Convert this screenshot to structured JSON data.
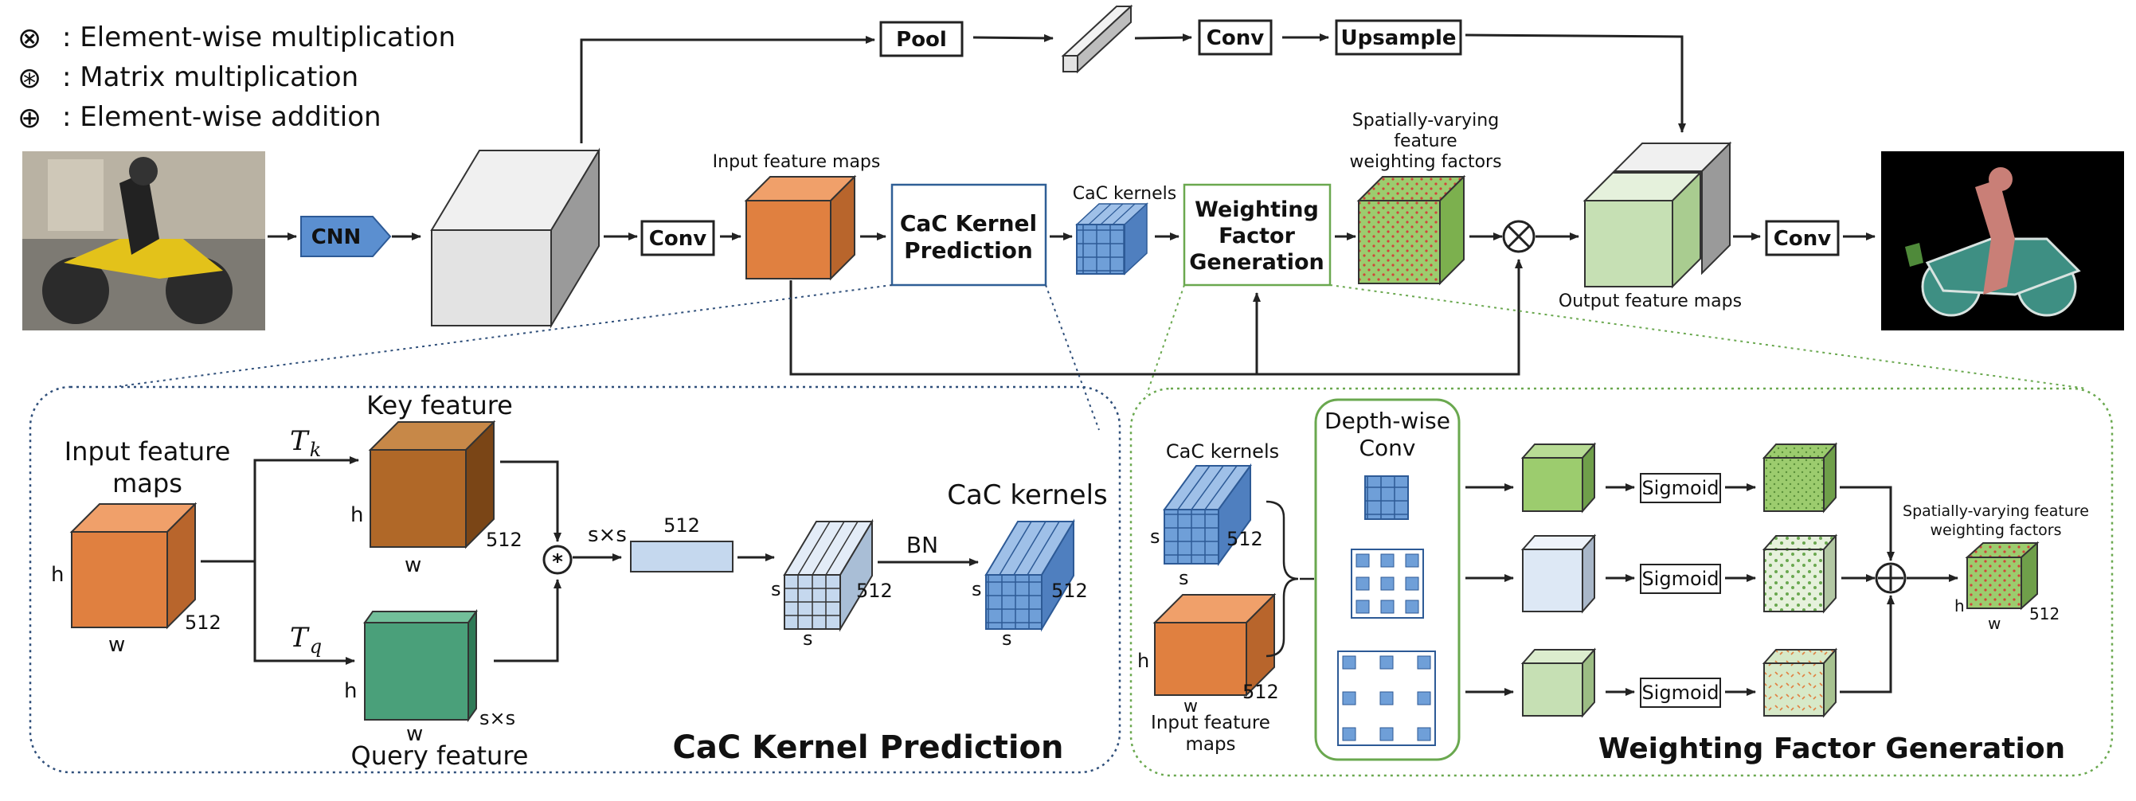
{
  "legend": [
    {
      "symbol": "⊗",
      "text": ": Element-wise multiplication"
    },
    {
      "symbol": "⊛",
      "text": ": Matrix multiplication"
    },
    {
      "symbol": "⊕",
      "text": ": Element-wise addition"
    }
  ],
  "top": {
    "cnn": "CNN",
    "pool": "Pool",
    "conv_after_pool": "Conv",
    "upsample": "Upsample",
    "conv1": "Conv",
    "input_feature_maps": "Input feature maps",
    "kernel_pred_line1": "CaC Kernel",
    "kernel_pred_line2": "Prediction",
    "cac_kernels": "CaC kernels",
    "wfg_line1": "Weighting",
    "wfg_line2": "Factor",
    "wfg_line3": "Generation",
    "svf_line1": "Spatially-varying",
    "svf_line2": "feature",
    "svf_line3": "weighting factors",
    "output_feature_maps": "Output feature maps",
    "conv2": "Conv"
  },
  "left_panel": {
    "title": "CaC Kernel Prediction",
    "input_line1": "Input feature",
    "input_line2": "maps",
    "h": "h",
    "w": "w",
    "c512": "512",
    "tk": "T",
    "tk_sub": "k",
    "tq": "T",
    "tq_sub": "q",
    "key_feature": "Key feature",
    "query_feature": "Query feature",
    "sxs": "s×s",
    "s": "s",
    "bn": "BN",
    "cac_kernels": "CaC kernels"
  },
  "right_panel": {
    "title": "Weighting Factor Generation",
    "cac_kernels": "CaC kernels",
    "depthwise_line1": "Depth-wise",
    "depthwise_line2": "Conv",
    "input_line1": "Input feature",
    "input_line2": "maps",
    "sigmoid": "Sigmoid",
    "svf_line1": "Spatially-varying feature",
    "svf_line2": "weighting factors",
    "s": "s",
    "h": "h",
    "w": "w",
    "c512": "512"
  },
  "colors": {
    "cnn": "#5b8fd0",
    "orange": "#e08040",
    "brown": "#b06828",
    "teal": "#4aa07a",
    "kernel_blue": "#6f9fd8",
    "green": "#9ccc6e",
    "pale_green": "#c6e0b4",
    "light_blue": "#dde8f5",
    "gray": "#e3e3e3",
    "left_border": "#2f4f7a",
    "right_border": "#6aa84f"
  }
}
